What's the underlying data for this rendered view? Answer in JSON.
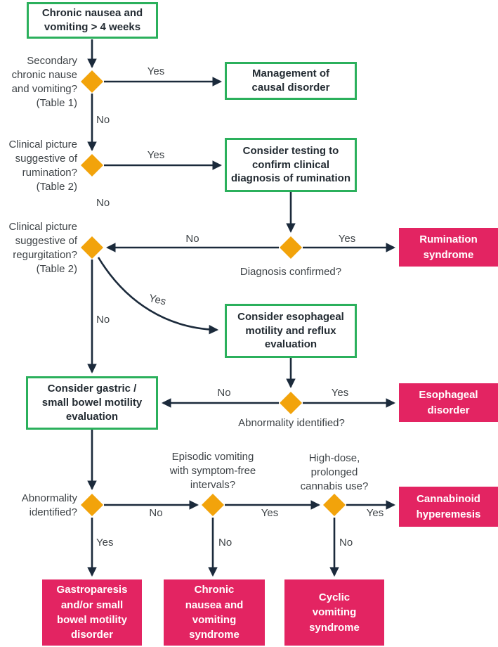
{
  "title": "Chronic nausea and vomiting diagnostic flowchart",
  "colors": {
    "green_border": "#2BB05C",
    "pink_fill": "#E32462",
    "arrow": "#1B2A3B",
    "diamond": "#F2A30B",
    "label_text": "#3E4347",
    "box_text": "#242C33",
    "pink_text": "#FFFFFF"
  },
  "nodes": {
    "start": "Chronic nausea and\nvomiting > 4 weeks",
    "management": "Management of\ncausal disorder",
    "testing": "Consider testing to\nconfirm clinical\ndiagnosis of rumination",
    "esophageal_eval": "Consider esophageal\nmotility and reflux\nevaluation",
    "gastric_eval": "Consider gastric /\nsmall bowel motility\nevaluation",
    "rumination": "Rumination\nsyndrome",
    "esophageal_disorder": "Esophageal\ndisorder",
    "cannabinoid": "Cannabinoid\nhyperemesis",
    "gastroparesis": "Gastroparesis\nand/or small\nbowel motility\ndisorder",
    "chronic_syndrome": "Chronic\nnausea and\nvomiting\nsyndrome",
    "cyclic_syndrome": "Cyclic\nvomiting\nsyndrome"
  },
  "questions": {
    "secondary": "Secondary\nchronic nause\nand vomiting?\n(Table 1)",
    "rumination_q": "Clinical picture\nsuggestive of\nrumination?\n(Table 2)",
    "regurgitation_q": "Clinical picture\nsuggestive of\nregurgitation?\n(Table 2)",
    "diagnosis_confirmed": "Diagnosis confirmed?",
    "abnormality_identified": "Abnormality identified?",
    "abnormality_identified_2": "Abnormality\nidentified?",
    "episodic": "Episodic vomiting\nwith symptom-free\nintervals?",
    "cannabis": "High-dose,\nprolonged\ncannabis use?"
  },
  "edge_labels": {
    "yes": "Yes",
    "no": "No"
  }
}
